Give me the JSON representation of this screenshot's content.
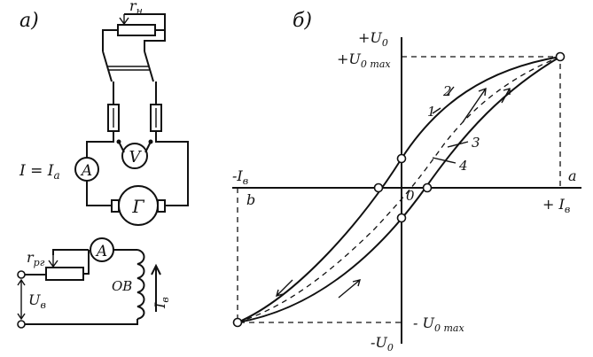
{
  "panel_a": {
    "label": "а)",
    "rheostat_load": "r",
    "rheostat_load_sub": "н",
    "current_label": "I = I",
    "current_label_sub": "а",
    "ammeter_top": "A",
    "voltmeter": "V",
    "generator": "Г",
    "rheostat_field": "r",
    "rheostat_field_sub": "рг",
    "ammeter_bottom": "A",
    "field_winding": "ОВ",
    "field_voltage": "U",
    "field_voltage_sub": "в",
    "field_current": "I",
    "field_current_sub": "в"
  },
  "panel_b": {
    "label": "б)",
    "plus_u0": "+U",
    "plus_u0_sub": "0",
    "plus_u0max": "+U",
    "plus_u0max_sub": "0 max",
    "minus_u0max": "- U",
    "minus_u0max_sub": "0 max",
    "minus_u0": "-U",
    "minus_u0_sub": "0",
    "minus_iv": "-I",
    "minus_iv_sub": "в",
    "plus_iv": "+ I",
    "plus_iv_sub": "в",
    "origin": "0",
    "point_a": "a",
    "point_b": "b",
    "curve_1": "1",
    "curve_2": "2",
    "curve_3": "3",
    "curve_4": "4"
  }
}
